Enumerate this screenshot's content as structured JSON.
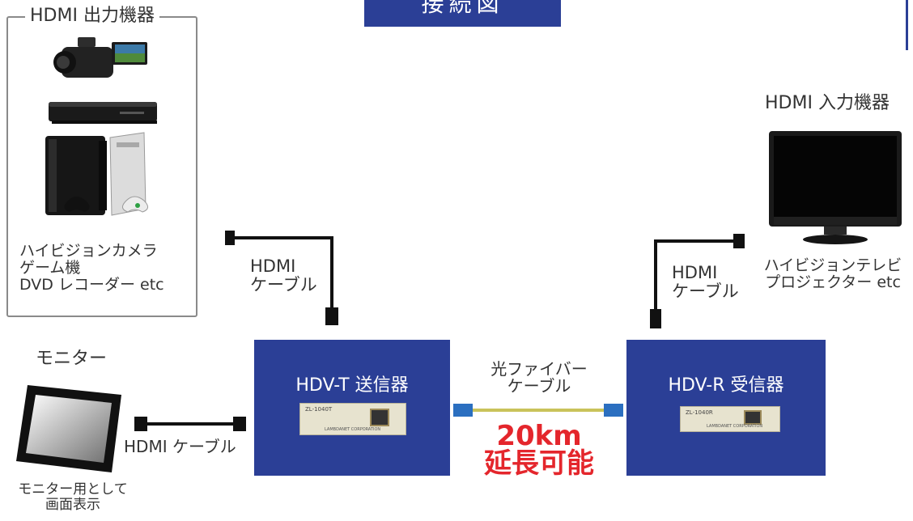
{
  "title": "接続図",
  "output_group": {
    "title": "HDMI 出力機器",
    "caption_lines": [
      "ハイビジョンカメラ",
      "ゲーム機",
      "DVD レコーダー etc"
    ]
  },
  "input_group": {
    "title": "HDMI 入力機器",
    "caption_lines": [
      "ハイビジョンテレビ",
      "プロジェクター etc"
    ]
  },
  "monitor": {
    "title": "モニター",
    "caption_lines": [
      "モニター用として",
      "画面表示"
    ]
  },
  "transmitter": {
    "label": "HDV-T 送信器",
    "plate_text": "ZL-1040T"
  },
  "receiver": {
    "label": "HDV-R 受信器",
    "plate_text": "ZL-1040R"
  },
  "plate_maker": "LAMBDANET CORPORATION",
  "cable_left": [
    "HDMI",
    "ケーブル"
  ],
  "cable_right": [
    "HDMI",
    "ケーブル"
  ],
  "cable_monitor": "HDMI ケーブル",
  "fiber_label": [
    "光ファイバー",
    "ケーブル"
  ],
  "distance": [
    "20km",
    "延長可能"
  ],
  "colors": {
    "box": "#2b3f96",
    "accent_red": "#e4262c",
    "fiber": "#c9c35a",
    "connector": "#2b6fc0"
  }
}
